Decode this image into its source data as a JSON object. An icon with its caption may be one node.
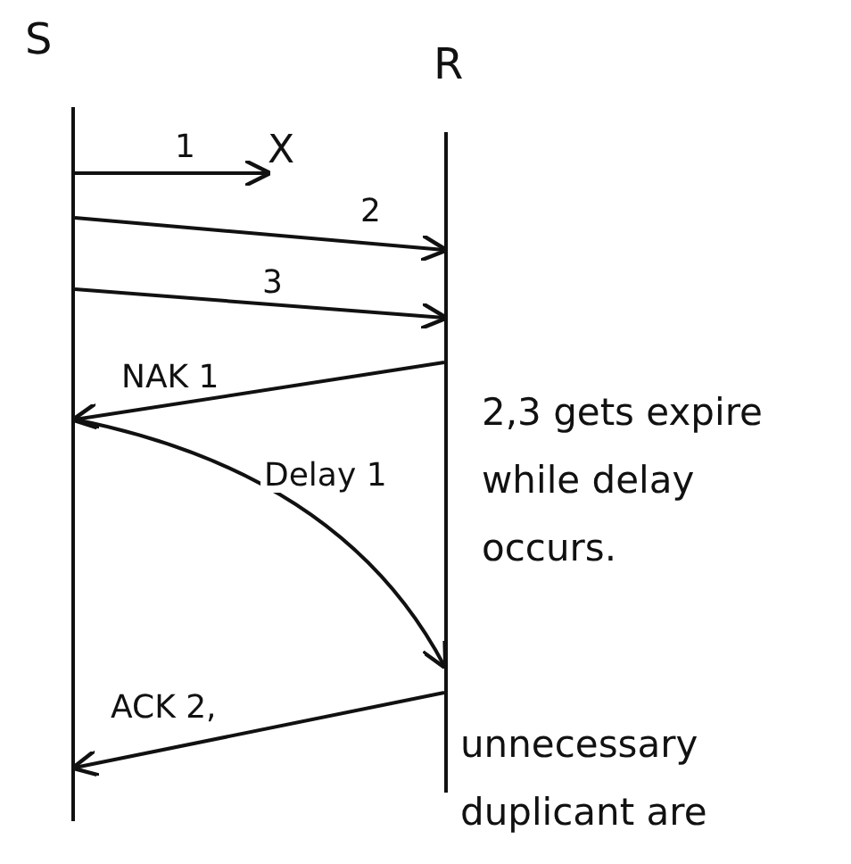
{
  "diagram": {
    "nodes": [
      {
        "text": [
          "S"
        ]
      },
      {
        "text": [
          "R"
        ]
      },
      {
        "text": [
          "X"
        ]
      }
    ],
    "edges": [
      {
        "from": 0,
        "to": 2,
        "arrow": "to",
        "label": "1"
      },
      {
        "from": 0,
        "to": 1,
        "arrow": "to",
        "label": "2"
      },
      {
        "from": 0,
        "to": 1,
        "arrow": "to",
        "label": "3"
      },
      {
        "from": 1,
        "to": 0,
        "arrow": "to",
        "label": "NAK 1"
      },
      {
        "from": 0,
        "to": 1,
        "arrow": "to",
        "label": "Delay 1"
      },
      {
        "from": 1,
        "to": 0,
        "arrow": "to",
        "label": "ACK 2,"
      }
    ],
    "labels": [
      "2,3 gets expire while delay occurs.",
      "unnecessary duplicant are"
    ]
  }
}
